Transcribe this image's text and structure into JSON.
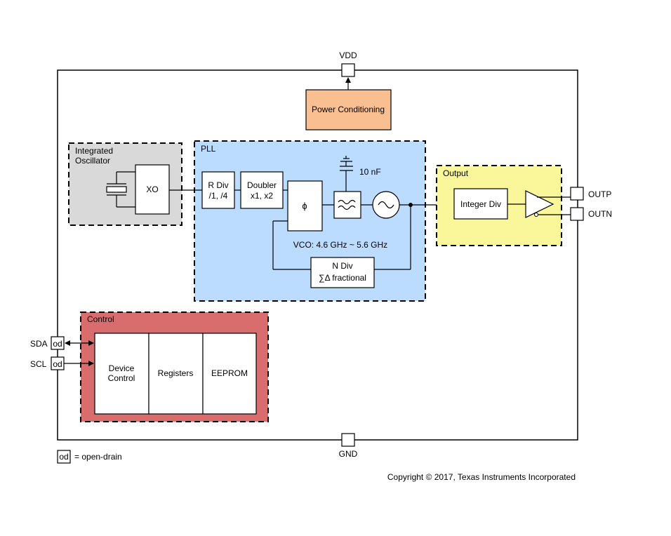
{
  "pins": {
    "vdd": "VDD",
    "gnd": "GND",
    "outp": "OUTP",
    "outn": "OUTN",
    "sda": "SDA",
    "scl": "SCL",
    "od": "od"
  },
  "blocks": {
    "power": "Power Conditioning",
    "osc_title_1": "Integrated",
    "osc_title_2": "Oscillator",
    "xo": "XO",
    "pll_title": "PLL",
    "rdiv_1": "R Div",
    "rdiv_2": "/1, /4",
    "doubler_1": "Doubler",
    "doubler_2": "x1, x2",
    "phase": "ϕ",
    "cap": "10 nF",
    "vco": "VCO: 4.6 GHz ~ 5.6 GHz",
    "ndiv_1": "N Div",
    "ndiv_2": "∑Δ fractional",
    "output_title": "Output",
    "intdiv": "Integer Div",
    "control_title": "Control",
    "device_1": "Device",
    "device_2": "Control",
    "registers": "Registers",
    "eeprom": "EEPROM"
  },
  "legend": {
    "od": "od",
    "text": "= open-drain"
  },
  "copyright": "Copyright © 2017, Texas Instruments Incorporated",
  "colors": {
    "power": "#f9bf91",
    "oscillator": "#d9d9d9",
    "pll": "#bcdcff",
    "output": "#faf79b",
    "control": "#d96c6c"
  }
}
